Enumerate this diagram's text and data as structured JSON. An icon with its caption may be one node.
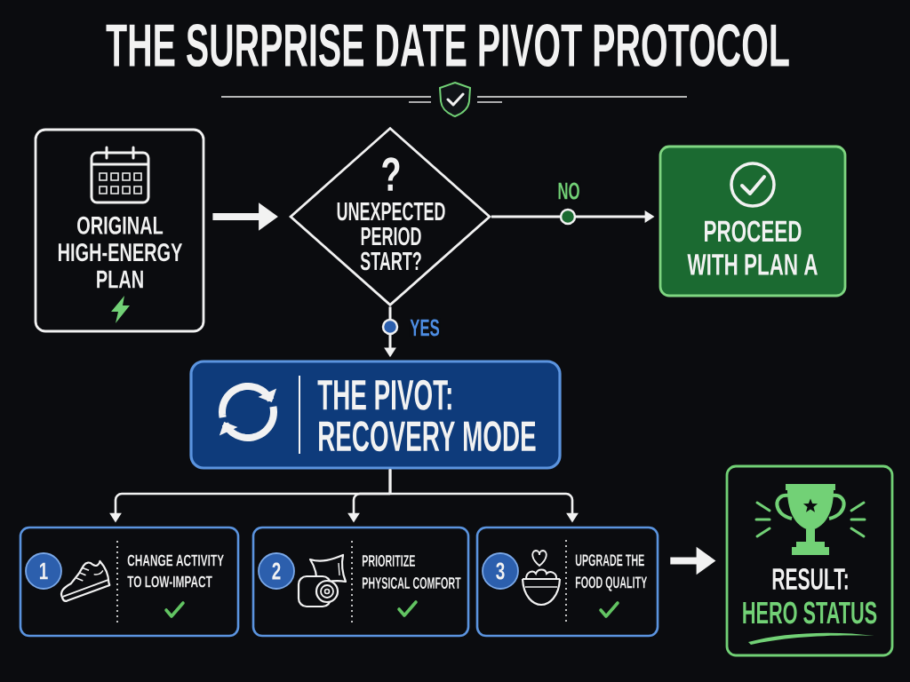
{
  "diagram": {
    "title": "THE SURPRISE DATE PIVOT PROTOCOL",
    "nodes": [
      {
        "text": [
          "ORIGINAL HIGH-ENERGY PLAN"
        ]
      },
      {
        "text": [
          "?",
          "UNEXPECTED PERIOD START?"
        ]
      },
      {
        "text": [
          "PROCEED WITH PLAN A"
        ]
      },
      {
        "text": [
          "THE PIVOT: RECOVERY MODE"
        ]
      },
      {
        "text": [
          "CHANGE ACTIVITY TO LOW-IMPACT"
        ]
      },
      {
        "text": [
          "1"
        ],
        "in": 4
      },
      {
        "text": [
          "PRIORITIZE PHYSICAL COMFORT"
        ]
      },
      {
        "text": [
          "2"
        ],
        "in": 6
      },
      {
        "text": [
          "UPGRADE THE FOOD QUALITY"
        ]
      },
      {
        "text": [
          "3"
        ],
        "in": 8
      },
      {
        "text": [
          "RESULT:",
          "HERO STATUS"
        ]
      }
    ],
    "edges": [
      {
        "from": 0,
        "to": 1,
        "arrow": "to",
        "style": "thick"
      },
      {
        "from": 1,
        "to": 2,
        "arrow": "to",
        "label": "NO"
      },
      {
        "from": 1,
        "to": 3,
        "arrow": "to",
        "label": "YES"
      },
      {
        "from": 3,
        "to": 4,
        "arrow": "to"
      },
      {
        "from": 3,
        "to": 6,
        "arrow": "to"
      },
      {
        "from": 3,
        "to": 8,
        "arrow": "to"
      },
      {
        "from": 8,
        "to": 10,
        "arrow": "to",
        "style": "thick"
      }
    ]
  }
}
